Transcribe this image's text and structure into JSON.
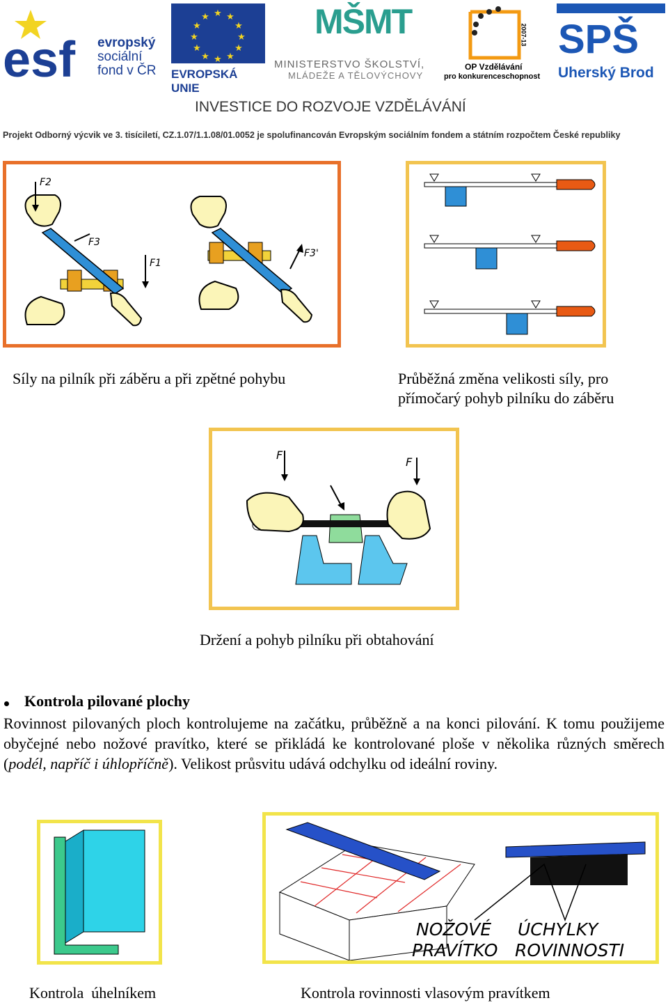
{
  "header": {
    "esf": {
      "line1": "evropský",
      "line2": "sociální",
      "line3": "fond v ČR"
    },
    "eu": {
      "label": "EVROPSKÁ UNIE"
    },
    "msmt": {
      "line1": "MINISTERSTVO ŠKOLSTVÍ,",
      "line2": "MLÁDEŽE A TĚLOVÝCHOVY",
      "mark": "MŠMT"
    },
    "op": {
      "line1": "OP Vzdělávání",
      "line2": "pro konkurenceschopnost",
      "years": "2007-13"
    },
    "sps": {
      "mark": "SPŠ",
      "city": "Uherský Brod"
    },
    "investice": "INVESTICE DO ROZVOJE VZDĚLÁVÁNÍ",
    "project": "Projekt Odborný výcvik ve 3. tisíciletí, CZ.1.07/1.1.08/01.0052 je spolufinancován Evropským sociálním fondem a státním rozpočtem České republiky"
  },
  "figures": {
    "forces": {
      "caption": "Síly na pilník při záběru a při zpětné pohybu",
      "labels": [
        "F2",
        "F3",
        "F1",
        "F3'"
      ]
    },
    "force_change": {
      "caption_line1": "Průběžná změna velikosti síly, pro",
      "caption_line2": "přímočarý pohyb pilníku do záběru"
    },
    "holding": {
      "caption": "Držení a pohyb pilníku při obtahování",
      "labels": [
        "F",
        "F"
      ]
    },
    "square": {
      "caption": "Kontrola  úhelníkem"
    },
    "straightedge": {
      "caption": "Kontrola rovinnosti vlasovým pravítkem",
      "label1_line1": "NOŽOVÉ",
      "label1_line2": "PRAVÍTKO",
      "label2_line1": "ÚCHYLKY",
      "label2_line2": "ROVINNOSTI"
    }
  },
  "section": {
    "bullet": "Kontrola pilované plochy",
    "p1": "Rovinnost pilovaných ploch kontrolujeme na začátku, průběžně a na konci pilování. K tomu použijeme obyčejné nebo nožové pravítko, které se přikládá ke kontrolované ploše v několika různých směrech (",
    "p_italic": "podél, napříč i úhlopříčně",
    "p2": "). Velikost průsvitu udává odchylku od ideální roviny."
  },
  "colors": {
    "orange_frame": "#e8702a",
    "yellow_frame": "#f2e44a",
    "file_blue": "#2f8fd6",
    "handle_orange": "#e85a14",
    "hand_fill": "#fbf5b8"
  }
}
